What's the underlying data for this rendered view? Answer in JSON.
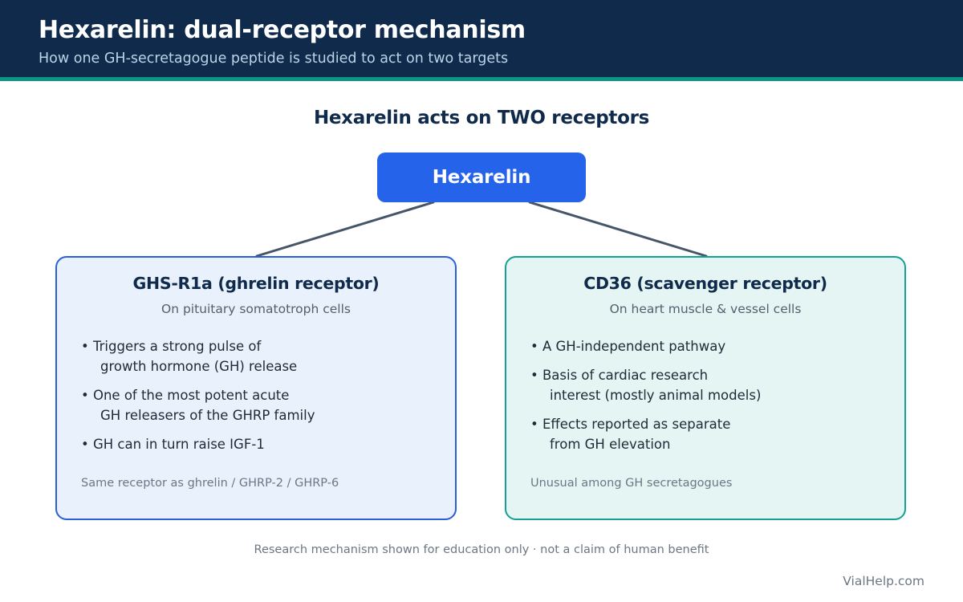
{
  "header": {
    "title": "Hexarelin: dual-receptor mechanism",
    "subtitle": "How one GH-secretagogue peptide is studied to act on two targets"
  },
  "diagram": {
    "title": "Hexarelin acts on TWO receptors",
    "center_node": "Hexarelin",
    "left_card": {
      "title": "GHS-R1a (ghrelin receptor)",
      "subtitle": "On pituitary somatotroph cells",
      "bullets": [
        {
          "line1": "• Triggers a strong pulse of",
          "line2": "growth hormone (GH) release"
        },
        {
          "line1": "• One of the most potent acute",
          "line2": "GH releasers of the GHRP family"
        },
        {
          "line1": "• GH can in turn raise IGF-1",
          "line2": ""
        }
      ],
      "note": "Same receptor as ghrelin / GHRP-2 / GHRP-6"
    },
    "right_card": {
      "title": "CD36 (scavenger receptor)",
      "subtitle": "On heart muscle & vessel cells",
      "bullets": [
        {
          "line1": "• A GH-independent pathway",
          "line2": ""
        },
        {
          "line1": "• Basis of cardiac research",
          "line2": "interest (mostly animal models)"
        },
        {
          "line1": "• Effects reported as separate",
          "line2": "from GH elevation"
        }
      ],
      "note": "Unusual among GH secretagogues"
    }
  },
  "footer": {
    "disclaimer": "Research mechanism shown for education only · not a claim of human benefit",
    "brand": "VialHelp.com"
  },
  "colors": {
    "header_bg": "#0f2a4a",
    "accent_teal": "#0d9488",
    "node_blue": "#2563eb",
    "left_card_bg": "#e9f1fc",
    "left_card_border": "#2a5fd8",
    "right_card_bg": "#e5f5f3",
    "right_card_border": "#14a094",
    "connector": "#475569"
  }
}
